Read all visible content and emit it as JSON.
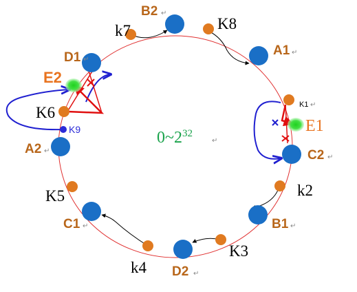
{
  "ring": {
    "range_base": "0~2",
    "range_exp": "32"
  },
  "servers": {
    "B2": "B2",
    "A1": "A1",
    "C2": "C2",
    "B1": "B1",
    "D2": "D2",
    "C1": "C1",
    "A2": "A2",
    "D1": "D1"
  },
  "keys": {
    "k7": "k7",
    "K8": "K8",
    "K1": "K1",
    "k2": "k2",
    "K3": "K3",
    "k4": "k4",
    "K5": "K5",
    "K6": "K6",
    "K9": "K9"
  },
  "new_servers": {
    "E1": "E1",
    "E2": "E2"
  },
  "colors": {
    "ring": "#e03030",
    "server_node": "#1a6fc6",
    "key_node": "#e07a20",
    "new_node_glow": "#33dd33",
    "annotation_blue": "#2020d0",
    "annotation_red": "#e01010",
    "server_label": "#b8661a",
    "range_text": "#18a24a"
  }
}
